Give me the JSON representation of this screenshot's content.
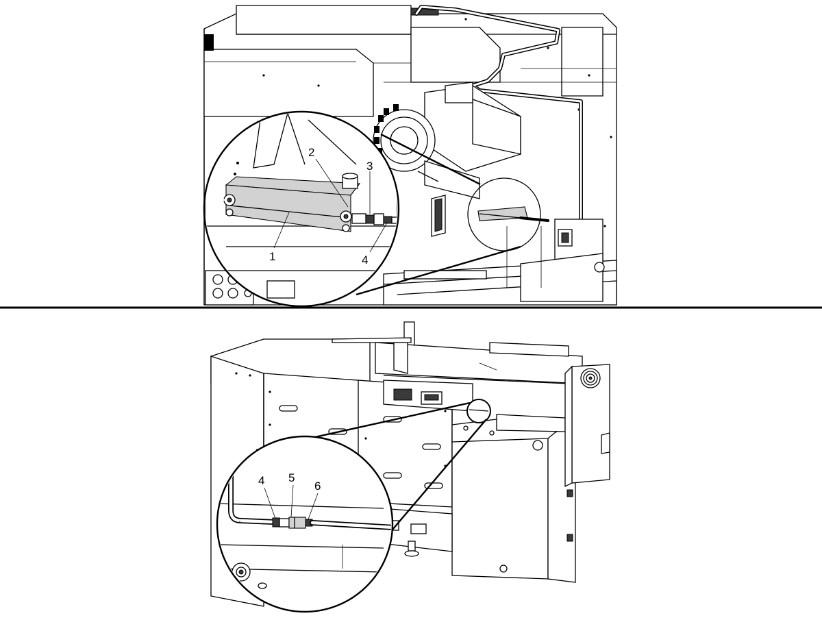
{
  "figure_top": {
    "callouts": {
      "c1": "1",
      "c2": "2",
      "c3": "3",
      "c4": "4"
    }
  },
  "figure_bottom": {
    "callouts": {
      "c4": "4",
      "c5": "5",
      "c6": "6"
    }
  },
  "colors": {
    "line": "#000000",
    "background": "#ffffff",
    "part_shade": "#d2d2d2"
  }
}
